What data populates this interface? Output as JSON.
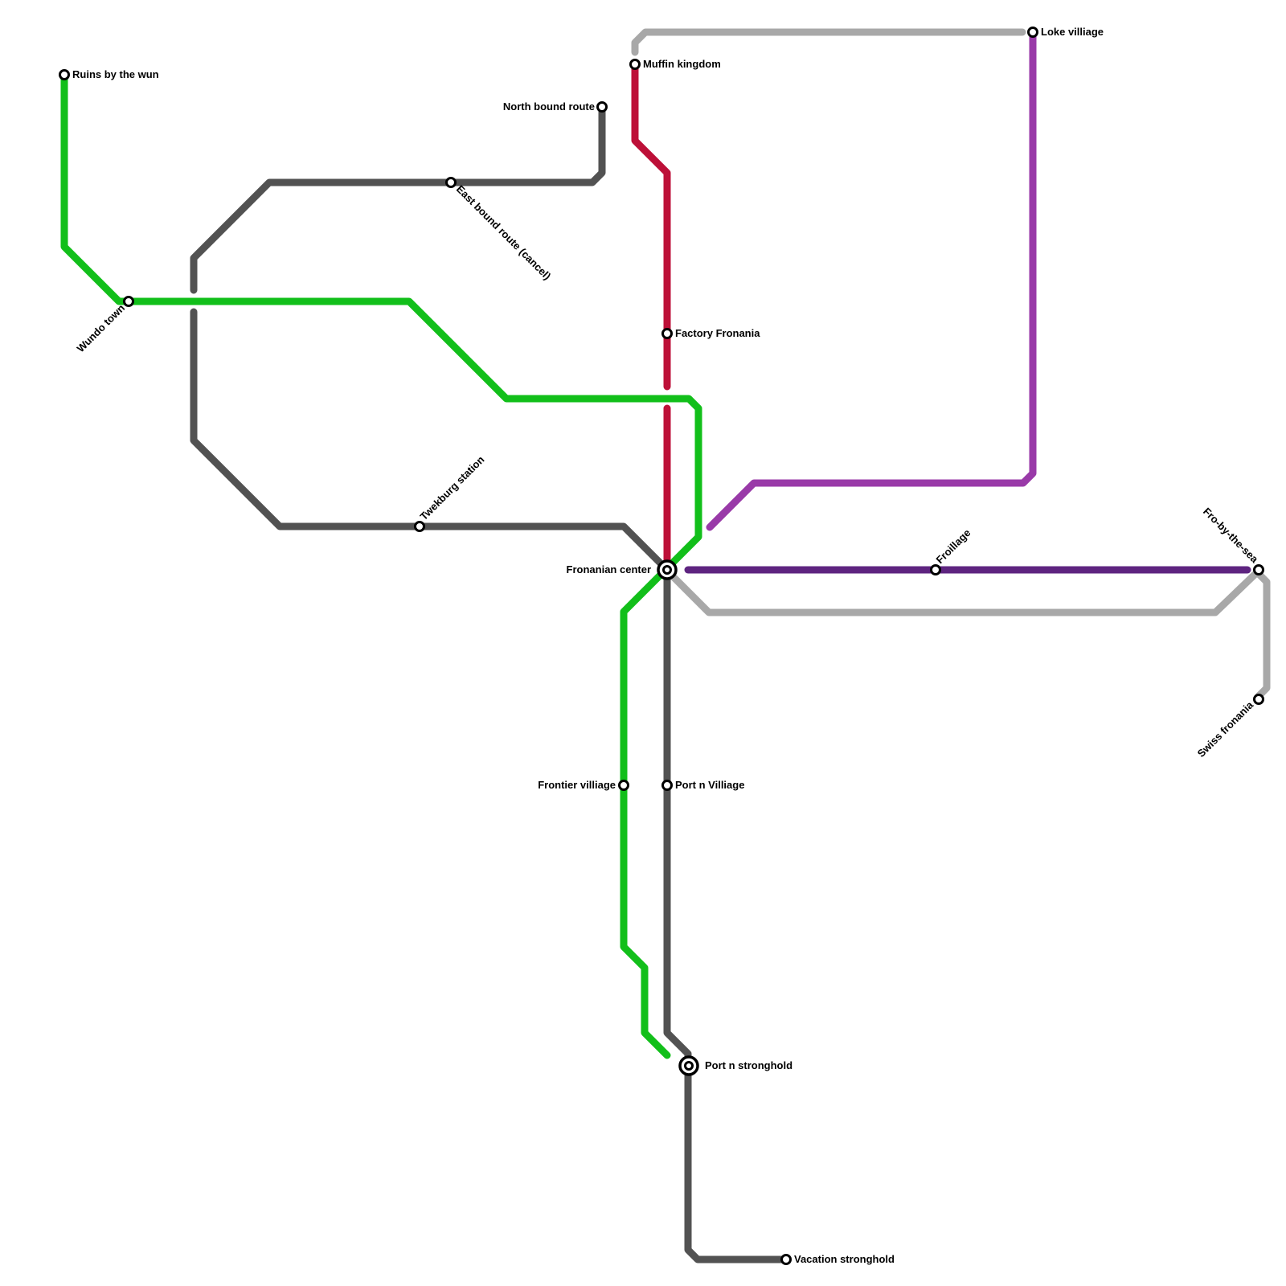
{
  "colors": {
    "green": "#12bf1a",
    "dark_gray": "#525252",
    "light_gray": "#a8a8a8",
    "red": "#bd1038",
    "purple": "#993aa8",
    "dark_purple": "#5e2480"
  },
  "stations": {
    "ruins_by_the_wun": "Ruins by the wun",
    "wundo_town": "Wundo town",
    "east_bound_route": "East bound route (cancel)",
    "north_bound_route": "North bound route",
    "muffin_kingdom": "Muffin kingdom",
    "loke_villiage": "Loke villiage",
    "factory_fronania": "Factory Fronania",
    "twekburg_station": "Twekburg station",
    "fronanian_center": "Fronanian center",
    "froillage": "Froillage",
    "fro_by_the_sea": "Fro-by-the-sea",
    "swiss_fronania": "Swiss fronania",
    "frontier_villiage": "Frontier villiage",
    "port_n_villiage": "Port n Villiage",
    "port_n_stronghold": "Port n stronghold",
    "vacation_stronghold": "Vacation stronghold"
  }
}
